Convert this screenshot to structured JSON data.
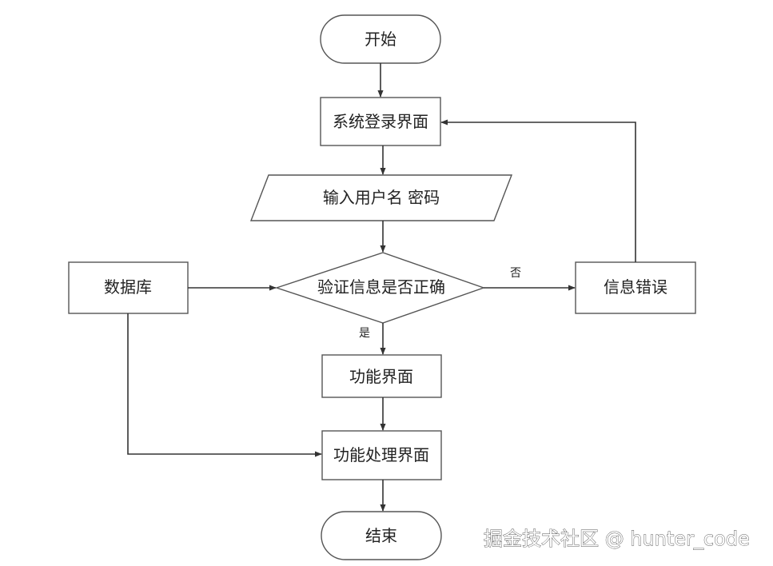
{
  "nodes": {
    "start": "开始",
    "login": "系统登录界面",
    "input": "输入用户名 密码",
    "verify": "验证信息是否正确",
    "database": "数据库",
    "error": "信息错误",
    "function": "功能界面",
    "process": "功能处理界面",
    "end": "结束"
  },
  "edges": {
    "yes": "是",
    "no": "否"
  },
  "watermark": "掘金技术社区 @ hunter_code"
}
